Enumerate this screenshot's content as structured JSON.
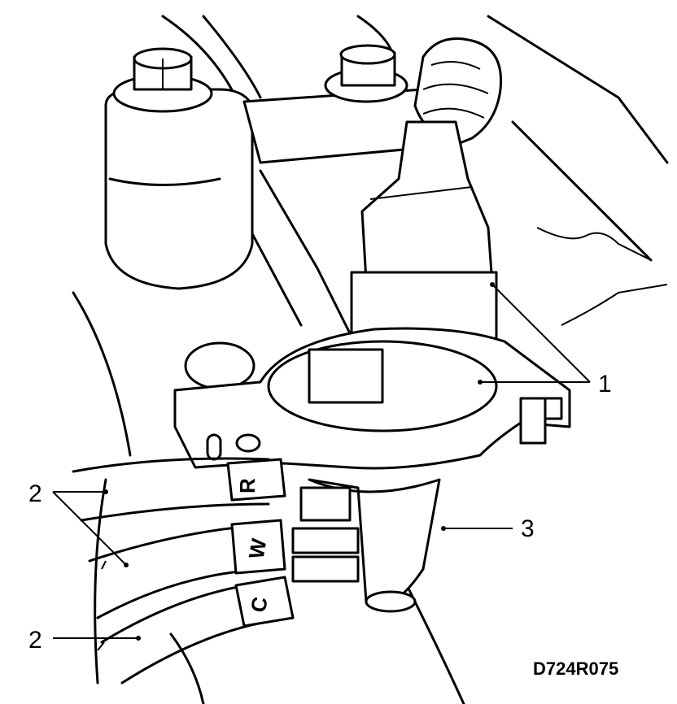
{
  "callouts": [
    {
      "label": "1"
    },
    {
      "label": "2"
    },
    {
      "label": "2"
    },
    {
      "label": "3"
    }
  ],
  "wire_markings": {
    "r": "R",
    "w": "W",
    "c": "C"
  },
  "figure_code": "D724R075"
}
